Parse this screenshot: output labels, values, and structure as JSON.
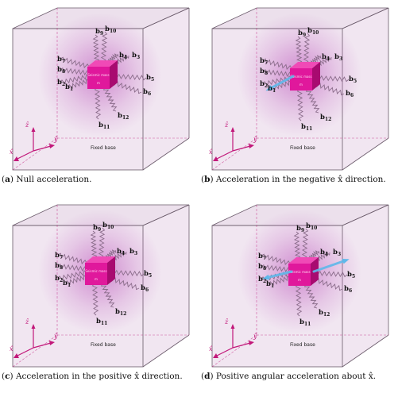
{
  "figure": {
    "colors": {
      "box_fill": "#f1e6f1",
      "box_edge": "#6a5a6a",
      "mass": "#e0189c",
      "mass_dark": "#a80a70",
      "spring": "#8a6c8a",
      "axis": "#c2187a",
      "arrow": "#5fb8ea",
      "glow": "#c46cc4"
    },
    "panels": [
      {
        "id": "a",
        "caption_tag": "a",
        "caption_text": "Null acceleration.",
        "fixed_base": "Fixed base",
        "mass_label": "Seismic mass",
        "mass_sub": "m",
        "axes": {
          "x": "x̂",
          "y": "ŷ",
          "z": "ẑ"
        },
        "springs": [
          {
            "base": "b",
            "num": "1"
          },
          {
            "base": "b",
            "num": "2"
          },
          {
            "base": "b",
            "num": "3"
          },
          {
            "base": "b",
            "num": "4"
          },
          {
            "base": "b",
            "num": "5"
          },
          {
            "base": "b",
            "num": "6"
          },
          {
            "base": "b",
            "num": "7"
          },
          {
            "base": "b",
            "num": "8"
          },
          {
            "base": "b",
            "num": "9"
          },
          {
            "base": "b",
            "num": "10"
          },
          {
            "base": "b",
            "num": "11"
          },
          {
            "base": "b",
            "num": "12"
          }
        ]
      },
      {
        "id": "b",
        "caption_tag": "b",
        "caption_text": "Acceleration in the negative x̂ direction.",
        "fixed_base": "Fixed base",
        "mass_label": "Seismic mass",
        "mass_sub": "m",
        "axes": {
          "x": "x̂",
          "y": "ŷ",
          "z": "ẑ"
        },
        "springs": [
          {
            "base": "b",
            "num": "1"
          },
          {
            "base": "b",
            "num": "2"
          },
          {
            "base": "b",
            "num": "3"
          },
          {
            "base": "b",
            "num": "4"
          },
          {
            "base": "b",
            "num": "5"
          },
          {
            "base": "b",
            "num": "6"
          },
          {
            "base": "b",
            "num": "7"
          },
          {
            "base": "b",
            "num": "8"
          },
          {
            "base": "b",
            "num": "9"
          },
          {
            "base": "b",
            "num": "10"
          },
          {
            "base": "b",
            "num": "11"
          },
          {
            "base": "b",
            "num": "12"
          }
        ]
      },
      {
        "id": "c",
        "caption_tag": "c",
        "caption_text": "Acceleration in the positive x̂ direction.",
        "fixed_base": "Fixed base",
        "mass_label": "Seismic mass",
        "mass_sub": "m",
        "axes": {
          "x": "x̂",
          "y": "ŷ",
          "z": "ẑ"
        },
        "springs": [
          {
            "base": "b",
            "num": "1"
          },
          {
            "base": "b",
            "num": "2"
          },
          {
            "base": "b",
            "num": "3"
          },
          {
            "base": "b",
            "num": "4"
          },
          {
            "base": "b",
            "num": "5"
          },
          {
            "base": "b",
            "num": "6"
          },
          {
            "base": "b",
            "num": "7"
          },
          {
            "base": "b",
            "num": "8"
          },
          {
            "base": "b",
            "num": "9"
          },
          {
            "base": "b",
            "num": "10"
          },
          {
            "base": "b",
            "num": "11"
          },
          {
            "base": "b",
            "num": "12"
          }
        ]
      },
      {
        "id": "d",
        "caption_tag": "d",
        "caption_text": "Positive angular acceleration about x̂.",
        "fixed_base": "Fixed base",
        "mass_label": "Seismic mass",
        "mass_sub": "m",
        "axes": {
          "x": "x̂",
          "y": "ŷ",
          "z": "ẑ"
        },
        "springs": [
          {
            "base": "b",
            "num": "1"
          },
          {
            "base": "b",
            "num": "2"
          },
          {
            "base": "b",
            "num": "3"
          },
          {
            "base": "b",
            "num": "4"
          },
          {
            "base": "b",
            "num": "5"
          },
          {
            "base": "b",
            "num": "6"
          },
          {
            "base": "b",
            "num": "7"
          },
          {
            "base": "b",
            "num": "8"
          },
          {
            "base": "b",
            "num": "9"
          },
          {
            "base": "b",
            "num": "10"
          },
          {
            "base": "b",
            "num": "11"
          },
          {
            "base": "b",
            "num": "12"
          }
        ]
      }
    ]
  }
}
